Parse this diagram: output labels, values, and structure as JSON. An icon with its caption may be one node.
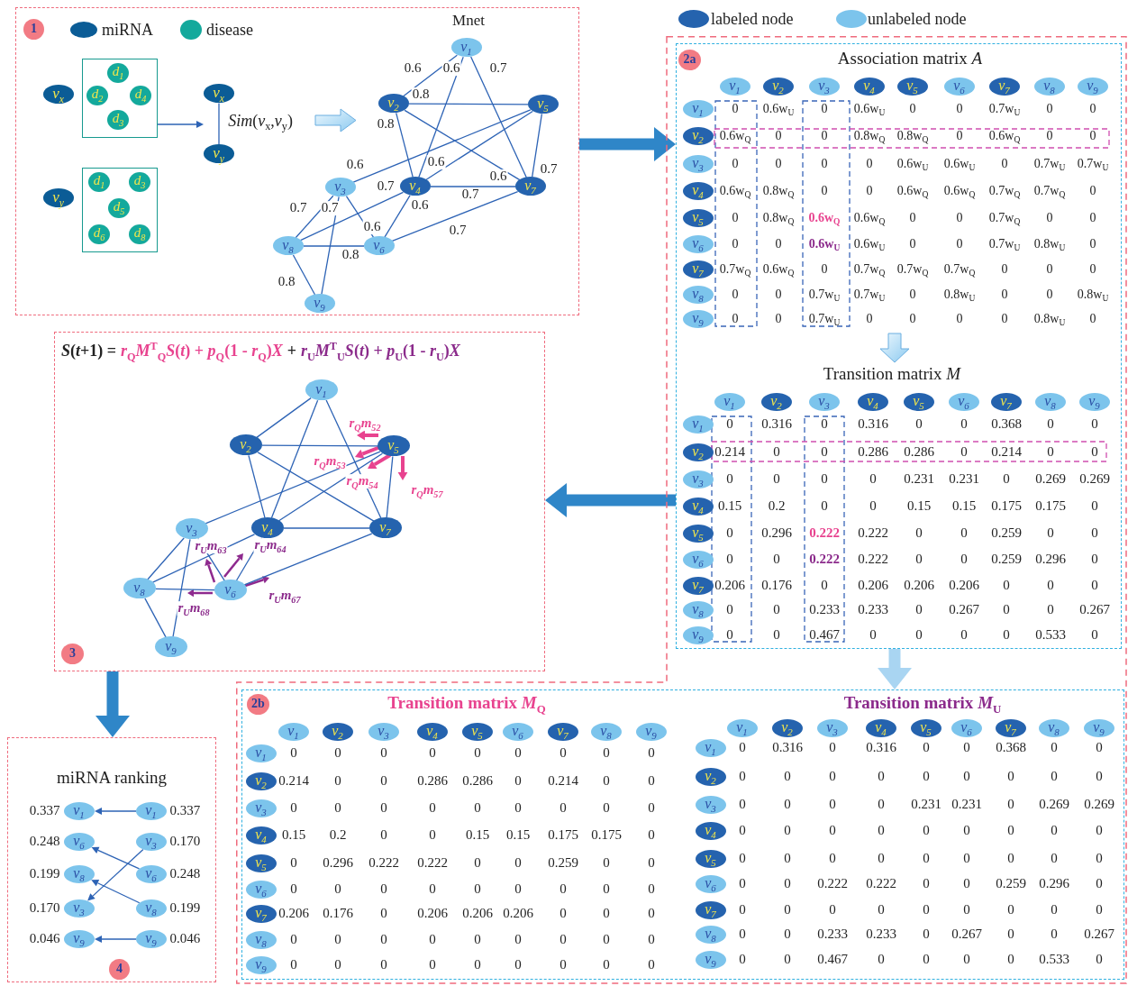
{
  "diagram": {
    "nodes": [
      {
        "text": [],
        "shape": "box"
      },
      {
        "text": [
          "1"
        ],
        "in": 0
      },
      {
        "text": [
          "v$_{x}$"
        ],
        "in": 0
      },
      {
        "text": [],
        "shape": "box",
        "in": 0
      },
      {
        "text": [
          "d$_{1}$"
        ],
        "in": 3
      },
      {
        "text": [
          "d$_{2}$"
        ],
        "in": 3
      },
      {
        "text": [
          "d$_{4}$"
        ],
        "in": 3
      },
      {
        "text": [
          "d$_{3}$"
        ],
        "in": 3
      },
      {
        "text": [
          "v$_{y}$"
        ],
        "in": 0
      },
      {
        "text": [],
        "shape": "box",
        "in": 0
      },
      {
        "text": [
          "d$_{1}$"
        ],
        "in": 9
      },
      {
        "text": [
          "d$_{3}$"
        ],
        "in": 9
      },
      {
        "text": [
          "d$_{5}$"
        ],
        "in": 9
      },
      {
        "text": [
          "d$_{6}$"
        ],
        "in": 9
      },
      {
        "text": [
          "d$_{8}$"
        ],
        "in": 9
      },
      {
        "text": [
          "v$_{x}$"
        ],
        "in": 0
      },
      {
        "text": [
          "v$_{y}$"
        ],
        "in": 0
      },
      {
        "text": [
          "v$_{1}$"
        ],
        "in": 0
      },
      {
        "text": [
          "v$_{2}$"
        ],
        "in": 0
      },
      {
        "text": [
          "v$_{3}$"
        ],
        "in": 0
      },
      {
        "text": [
          "v$_{4}$"
        ],
        "in": 0
      },
      {
        "text": [
          "v$_{5}$"
        ],
        "in": 0
      },
      {
        "text": [
          "v$_{6}$"
        ],
        "in": 0
      },
      {
        "text": [
          "v$_{7}$"
        ],
        "in": 0
      },
      {
        "text": [
          "v$_{8}$"
        ],
        "in": 0
      },
      {
        "text": [
          "v$_{9}$"
        ],
        "in": 0
      },
      {
        "text": [],
        "shape": "box"
      },
      {
        "text": [],
        "shape": "box",
        "in": 26
      },
      {
        "text": [
          "2a"
        ],
        "in": 27
      },
      {
        "text": [
          "v$_{1}$"
        ],
        "in": 27
      },
      {
        "text": [
          "v$_{2}$"
        ],
        "in": 27
      },
      {
        "text": [
          "v$_{3}$"
        ],
        "in": 27
      },
      {
        "text": [
          "v$_{4}$"
        ],
        "in": 27
      },
      {
        "text": [
          "v$_{5}$"
        ],
        "in": 27
      },
      {
        "text": [
          "v$_{6}$"
        ],
        "in": 27
      },
      {
        "text": [
          "v$_{7}$"
        ],
        "in": 27
      },
      {
        "text": [
          "v$_{8}$"
        ],
        "in": 27
      },
      {
        "text": [
          "v$_{9}$"
        ],
        "in": 27
      },
      {
        "text": [
          "v$_{1}$"
        ],
        "in": 27
      },
      {
        "text": [
          "v$_{2}$"
        ],
        "in": 27
      },
      {
        "text": [
          "v$_{3}$"
        ],
        "in": 27
      },
      {
        "text": [
          "v$_{4}$"
        ],
        "in": 27
      },
      {
        "text": [
          "v$_{5}$"
        ],
        "in": 27
      },
      {
        "text": [
          "v$_{6}$"
        ],
        "in": 27
      },
      {
        "text": [
          "v$_{7}$"
        ],
        "in": 27
      },
      {
        "text": [
          "v$_{8}$"
        ],
        "in": 27
      },
      {
        "text": [
          "v$_{9}$"
        ],
        "in": 27
      },
      {
        "text": [
          "v$_{1}$"
        ],
        "in": 27
      },
      {
        "text": [
          "v$_{2}$"
        ],
        "in": 27
      },
      {
        "text": [
          "v$_{3}$"
        ],
        "in": 27
      },
      {
        "text": [
          "v$_{4}$"
        ],
        "in": 27
      },
      {
        "text": [
          "v$_{5}$"
        ],
        "in": 27
      },
      {
        "text": [
          "v$_{6}$"
        ],
        "in": 27
      },
      {
        "text": [
          "v$_{7}$"
        ],
        "in": 27
      },
      {
        "text": [
          "v$_{8}$"
        ],
        "in": 27
      },
      {
        "text": [
          "v$_{9}$"
        ],
        "in": 27
      },
      {
        "text": [
          "v$_{1}$"
        ],
        "in": 27
      },
      {
        "text": [
          "v$_{2}$"
        ],
        "in": 27
      },
      {
        "text": [
          "v$_{3}$"
        ],
        "in": 27
      },
      {
        "text": [
          "v$_{4}$"
        ],
        "in": 27
      },
      {
        "text": [
          "v$_{5}$"
        ],
        "in": 27
      },
      {
        "text": [
          "v$_{6}$"
        ],
        "in": 27
      },
      {
        "text": [
          "v$_{7}$"
        ],
        "in": 27
      },
      {
        "text": [
          "v$_{8}$"
        ],
        "in": 27
      },
      {
        "text": [
          "v$_{9}$"
        ],
        "in": 27
      },
      {
        "text": [],
        "shape": "box",
        "in": 26
      },
      {
        "text": [
          "2b"
        ],
        "in": 65
      },
      {
        "text": [
          "v$_{1}$"
        ],
        "in": 65
      },
      {
        "text": [
          "v$_{2}$"
        ],
        "in": 65
      },
      {
        "text": [
          "v$_{3}$"
        ],
        "in": 65
      },
      {
        "text": [
          "v$_{4}$"
        ],
        "in": 65
      },
      {
        "text": [
          "v$_{5}$"
        ],
        "in": 65
      },
      {
        "text": [
          "v$_{6}$"
        ],
        "in": 65
      },
      {
        "text": [
          "v$_{7}$"
        ],
        "in": 65
      },
      {
        "text": [
          "v$_{8}$"
        ],
        "in": 65
      },
      {
        "text": [
          "v$_{9}$"
        ],
        "in": 65
      },
      {
        "text": [
          "v$_{1}$"
        ],
        "in": 65
      },
      {
        "text": [
          "v$_{2}$"
        ],
        "in": 65
      },
      {
        "text": [
          "v$_{3}$"
        ],
        "in": 65
      },
      {
        "text": [
          "v$_{4}$"
        ],
        "in": 65
      },
      {
        "text": [
          "v$_{5}$"
        ],
        "in": 65
      },
      {
        "text": [
          "v$_{6}$"
        ],
        "in": 65
      },
      {
        "text": [
          "v$_{7}$"
        ],
        "in": 65
      },
      {
        "text": [
          "v$_{8}$"
        ],
        "in": 65
      },
      {
        "text": [
          "v$_{9}$"
        ],
        "in": 65
      },
      {
        "text": [
          "v$_{1}$"
        ],
        "in": 65
      },
      {
        "text": [
          "v$_{2}$"
        ],
        "in": 65
      },
      {
        "text": [
          "v$_{3}$"
        ],
        "in": 65
      },
      {
        "text": [
          "v$_{4}$"
        ],
        "in": 65
      },
      {
        "text": [
          "v$_{5}$"
        ],
        "in": 65
      },
      {
        "text": [
          "v$_{6}$"
        ],
        "in": 65
      },
      {
        "text": [
          "v$_{7}$"
        ],
        "in": 65
      },
      {
        "text": [
          "v$_{8}$"
        ],
        "in": 65
      },
      {
        "text": [
          "v$_{9}$"
        ],
        "in": 65
      },
      {
        "text": [
          "v$_{1}$"
        ],
        "in": 65
      },
      {
        "text": [
          "v$_{2}$"
        ],
        "in": 65
      },
      {
        "text": [
          "v$_{3}$"
        ],
        "in": 65
      },
      {
        "text": [
          "v$_{4}$"
        ],
        "in": 65
      },
      {
        "text": [
          "v$_{5}$"
        ],
        "in": 65
      },
      {
        "text": [
          "v$_{6}$"
        ],
        "in": 65
      },
      {
        "text": [
          "v$_{7}$"
        ],
        "in": 65
      },
      {
        "text": [
          "v$_{8}$"
        ],
        "in": 65
      },
      {
        "text": [
          "v$_{9}$"
        ],
        "in": 65
      },
      {
        "text": [],
        "shape": "box"
      },
      {
        "text": [
          "3"
        ],
        "in": 103
      },
      {
        "text": [
          "v$_{1}$"
        ],
        "in": 103
      },
      {
        "text": [
          "v$_{2}$"
        ],
        "in": 103
      },
      {
        "text": [
          "v$_{3}$"
        ],
        "in": 103
      },
      {
        "text": [
          "v$_{4}$"
        ],
        "in": 103
      },
      {
        "text": [
          "v$_{5}$"
        ],
        "in": 103
      },
      {
        "text": [
          "v$_{6}$"
        ],
        "in": 103
      },
      {
        "text": [
          "v$_{7}$"
        ],
        "in": 103
      },
      {
        "text": [
          "v$_{8}$"
        ],
        "in": 103
      },
      {
        "text": [
          "v$_{9}$"
        ],
        "in": 103
      },
      {
        "text": [
          "miRNA ranking"
        ]
      },
      {
        "text": [
          "4"
        ],
        "in": 114
      },
      {
        "text": [
          "v$_{1}$"
        ],
        "beside": [
          "0.337"
        ],
        "in": 114
      },
      {
        "text": [
          "v$_{1}$"
        ],
        "beside": [
          "0.337"
        ],
        "in": 114
      },
      {
        "text": [
          "v$_{6}$"
        ],
        "beside": [
          "0.248"
        ],
        "in": 114
      },
      {
        "text": [
          "v$_{3}$"
        ],
        "beside": [
          "0.170"
        ],
        "in": 114
      },
      {
        "text": [
          "v$_{8}$"
        ],
        "beside": [
          "0.199"
        ],
        "in": 114
      },
      {
        "text": [
          "v$_{6}$"
        ],
        "beside": [
          "0.248"
        ],
        "in": 114
      },
      {
        "text": [
          "v$_{3}$"
        ],
        "beside": [
          "0.170"
        ],
        "in": 114
      },
      {
        "text": [
          "v$_{8}$"
        ],
        "beside": [
          "0.199"
        ],
        "in": 114
      },
      {
        "text": [
          "v$_{9}$"
        ],
        "beside": [
          "0.046"
        ],
        "in": 114
      },
      {
        "text": [
          "v$_{9}$"
        ],
        "beside": [
          "0.046"
        ],
        "in": 114
      }
    ],
    "edges": [
      {
        "from": 0,
        "to": 27,
        "arrow": "to",
        "style": "thick",
        "color": "#2f86c8"
      },
      {
        "from": 3,
        "to": 16,
        "arrow": "to"
      },
      {
        "from": 15,
        "to": 16,
        "arrow": "none",
        "label": "*Sim*(*v*$_{x}$,*v*$_{y}$)"
      },
      {
        "from": 17,
        "to": 18,
        "arrow": "none",
        "label": "0.6"
      },
      {
        "from": 17,
        "to": 20,
        "arrow": "none",
        "label": "0.6"
      },
      {
        "from": 17,
        "to": 23,
        "arrow": "none",
        "label": "0.7"
      },
      {
        "from": 18,
        "to": 21,
        "arrow": "none",
        "label": "0.8"
      },
      {
        "from": 18,
        "to": 20,
        "arrow": "none",
        "label": "0.8"
      },
      {
        "from": 18,
        "to": 23,
        "arrow": "none",
        "label": "0.6"
      },
      {
        "from": 19,
        "to": 21,
        "arrow": "none",
        "label": "0.6"
      },
      {
        "from": 19,
        "to": 22,
        "arrow": "none",
        "label": "0.6"
      },
      {
        "from": 19,
        "to": 24,
        "arrow": "none",
        "label": "0.7"
      },
      {
        "from": 19,
        "to": 25,
        "arrow": "none",
        "label": "0.7"
      },
      {
        "from": 20,
        "to": 21,
        "arrow": "none",
        "label": "0.6"
      },
      {
        "from": 20,
        "to": 22,
        "arrow": "none",
        "label": "0.6"
      },
      {
        "from": 20,
        "to": 23,
        "arrow": "none",
        "label": "0.7"
      },
      {
        "from": 20,
        "to": 24,
        "arrow": "none",
        "label": "0.7"
      },
      {
        "from": 21,
        "to": 23,
        "arrow": "none",
        "label": "0.7"
      },
      {
        "from": 22,
        "to": 23,
        "arrow": "none",
        "label": "0.7"
      },
      {
        "from": 22,
        "to": 24,
        "arrow": "none",
        "label": "0.8"
      },
      {
        "from": 24,
        "to": 25,
        "arrow": "none",
        "label": "0.8"
      },
      {
        "from": 27,
        "to": 103,
        "arrow": "to",
        "style": "thick",
        "color": "#2f86c8"
      },
      {
        "from": 27,
        "to": 65,
        "arrow": "to",
        "style": "thick",
        "color": "#a9d5f2"
      },
      {
        "from": 103,
        "to": 114,
        "arrow": "to",
        "style": "thick",
        "color": "#2f86c8"
      },
      {
        "from": 105,
        "to": 106,
        "arrow": "none"
      },
      {
        "from": 105,
        "to": 108,
        "arrow": "none"
      },
      {
        "from": 105,
        "to": 111,
        "arrow": "none"
      },
      {
        "from": 106,
        "to": 109,
        "arrow": "none"
      },
      {
        "from": 106,
        "to": 108,
        "arrow": "none"
      },
      {
        "from": 106,
        "to": 111,
        "arrow": "none"
      },
      {
        "from": 107,
        "to": 109,
        "arrow": "none"
      },
      {
        "from": 107,
        "to": 110,
        "arrow": "none"
      },
      {
        "from": 107,
        "to": 112,
        "arrow": "none"
      },
      {
        "from": 107,
        "to": 113,
        "arrow": "none"
      },
      {
        "from": 108,
        "to": 109,
        "arrow": "none"
      },
      {
        "from": 108,
        "to": 110,
        "arrow": "none"
      },
      {
        "from": 108,
        "to": 111,
        "arrow": "none"
      },
      {
        "from": 108,
        "to": 112,
        "arrow": "none"
      },
      {
        "from": 109,
        "to": 111,
        "arrow": "none"
      },
      {
        "from": 110,
        "to": 111,
        "arrow": "none"
      },
      {
        "from": 110,
        "to": 112,
        "arrow": "none"
      },
      {
        "from": 112,
        "to": 113,
        "arrow": "none"
      },
      {
        "from": 117,
        "to": 116,
        "arrow": "to"
      },
      {
        "from": 119,
        "to": 122,
        "arrow": "to"
      },
      {
        "from": 121,
        "to": 118,
        "arrow": "to"
      },
      {
        "from": 123,
        "to": 120,
        "arrow": "to"
      },
      {
        "from": 125,
        "to": 124,
        "arrow": "to"
      }
    ],
    "labels": [
      "Mnet",
      "Association matrix *A*",
      "0",
      "0.6w$_{U}$",
      "0",
      "0.6w$_{U}$",
      "0",
      "0",
      "0.7w$_{U}$",
      "0",
      "0",
      "0.6w$_{Q}$",
      "0",
      "0",
      "0.8w$_{Q}$",
      "0.8w$_{Q}$",
      "0",
      "0.6w$_{Q}$",
      "0",
      "0",
      "0",
      "0",
      "0",
      "0",
      "0.6w$_{U}$",
      "0.6w$_{U}$",
      "0",
      "0.7w$_{U}$",
      "0.7w$_{U}$",
      "0.6w$_{Q}$",
      "0.8w$_{Q}$",
      "0",
      "0",
      "0.6w$_{Q}$",
      "0.6w$_{Q}$",
      "0.7w$_{Q}$",
      "0.7w$_{Q}$",
      "0",
      "0",
      "0.8w$_{Q}$",
      "0.6w$_{Q}$",
      "0.6w$_{Q}$",
      "0",
      "0",
      "0.7w$_{Q}$",
      "0",
      "0",
      "0",
      "0",
      "0.6w$_{U}$",
      "0.6w$_{U}$",
      "0",
      "0",
      "0.7w$_{U}$",
      "0.8w$_{U}$",
      "0",
      "0.7w$_{Q}$",
      "0.6w$_{Q}$",
      "0",
      "0.7w$_{Q}$",
      "0.7w$_{Q}$",
      "0.7w$_{Q}$",
      "0",
      "0",
      "0",
      "0",
      "0",
      "0.7w$_{U}$",
      "0.7w$_{U}$",
      "0",
      "0.8w$_{U}$",
      "0",
      "0",
      "0.8w$_{U}$",
      "0",
      "0",
      "0.7w$_{U}$",
      "0",
      "0",
      "0",
      "0",
      "0.8w$_{U}$",
      "0",
      "Transition matrix *M*",
      "0",
      "0.316",
      "0",
      "0.316",
      "0",
      "0",
      "0.368",
      "0",
      "0",
      "0.214",
      "0",
      "0",
      "0.286",
      "0.286",
      "0",
      "0.214",
      "0",
      "0",
      "0",
      "0",
      "0",
      "0",
      "0.231",
      "0.231",
      "0",
      "0.269",
      "0.269",
      "0.15",
      "0.2",
      "0",
      "0",
      "0.15",
      "0.15",
      "0.175",
      "0.175",
      "0",
      "0",
      "0.296",
      "0.222",
      "0.222",
      "0",
      "0",
      "0.259",
      "0",
      "0",
      "0",
      "0",
      "0.222",
      "0.222",
      "0",
      "0",
      "0.259",
      "0.296",
      "0",
      "0.206",
      "0.176",
      "0",
      "0.206",
      "0.206",
      "0.206",
      "0",
      "0",
      "0",
      "0",
      "0",
      "0.233",
      "0.233",
      "0",
      "0.267",
      "0",
      "0",
      "0.267",
      "0",
      "0",
      "0.467",
      "0",
      "0",
      "0",
      "0",
      "0.533",
      "0",
      "Transition matrix *M*$_{Q}$",
      "0",
      "0",
      "0",
      "0",
      "0",
      "0",
      "0",
      "0",
      "0",
      "0.214",
      "0",
      "0",
      "0.286",
      "0.286",
      "0",
      "0.214",
      "0",
      "0",
      "0",
      "0",
      "0",
      "0",
      "0",
      "0",
      "0",
      "0",
      "0",
      "0.15",
      "0.2",
      "0",
      "0",
      "0.15",
      "0.15",
      "0.175",
      "0.175",
      "0",
      "0",
      "0.296",
      "0.222",
      "0.222",
      "0",
      "0",
      "0.259",
      "0",
      "0",
      "0",
      "0",
      "0",
      "0",
      "0",
      "0",
      "0",
      "0",
      "0",
      "0.206",
      "0.176",
      "0",
      "0.206",
      "0.206",
      "0.206",
      "0",
      "0",
      "0",
      "0",
      "0",
      "0",
      "0",
      "0",
      "0",
      "0",
      "0",
      "0",
      "0",
      "0",
      "0",
      "0",
      "0",
      "0",
      "0",
      "0",
      "0",
      "Transition matrix *M*$_{U}$",
      "0",
      "0.316",
      "0",
      "0.316",
      "0",
      "0",
      "0.368",
      "0",
      "0",
      "0",
      "0",
      "0",
      "0",
      "0",
      "0",
      "0",
      "0",
      "0",
      "0",
      "0",
      "0",
      "0",
      "0.231",
      "0.231",
      "0",
      "0.269",
      "0.269",
      "0",
      "0",
      "0",
      "0",
      "0",
      "0",
      "0",
      "0",
      "0",
      "0",
      "0",
      "0",
      "0",
      "0",
      "0",
      "0",
      "0",
      "0",
      "0",
      "0",
      "0.222",
      "0.222",
      "0",
      "0",
      "0.259",
      "0.296",
      "0",
      "0",
      "0",
      "0",
      "0",
      "0",
      "0",
      "0",
      "0",
      "0",
      "0",
      "0",
      "0.233",
      "0.233",
      "0",
      "0.267",
      "0",
      "0",
      "0.267",
      "0",
      "0",
      "0.467",
      "0",
      "0",
      "0",
      "0",
      "0.533",
      "0",
      "*S*(*t*+1) =",
      "*r*$_{Q}$*M*$^{T}$$_{Q}$*S*(*t*) + *p*$_{Q}$(1 - *r*$_{Q}$)*X*",
      "+",
      "*r*$_{U}$*M*$^{T}$$_{U}$*S*(*t*) + *p*$_{U}$(1 - *r*$_{U}$)*X*",
      "r$_{Q}$m$_{52}$",
      "r$_{Q}$m$_{53}$",
      "r$_{Q}$m$_{54}$",
      "r$_{Q}$m$_{57}$",
      "r$_{U}$m$_{63}$",
      "r$_{U}$m$_{64}$",
      "r$_{U}$m$_{67}$",
      "r$_{U}$m$_{68}$"
    ],
    "legend": [
      {
        "text": "miRNA",
        "color": "#0b5c96"
      },
      {
        "text": "disease",
        "color": "#14a99c"
      },
      {
        "text": "labeled node",
        "color": "#2563ae"
      },
      {
        "text": "unlabeled node",
        "color": "#7cc4ec"
      }
    ]
  }
}
